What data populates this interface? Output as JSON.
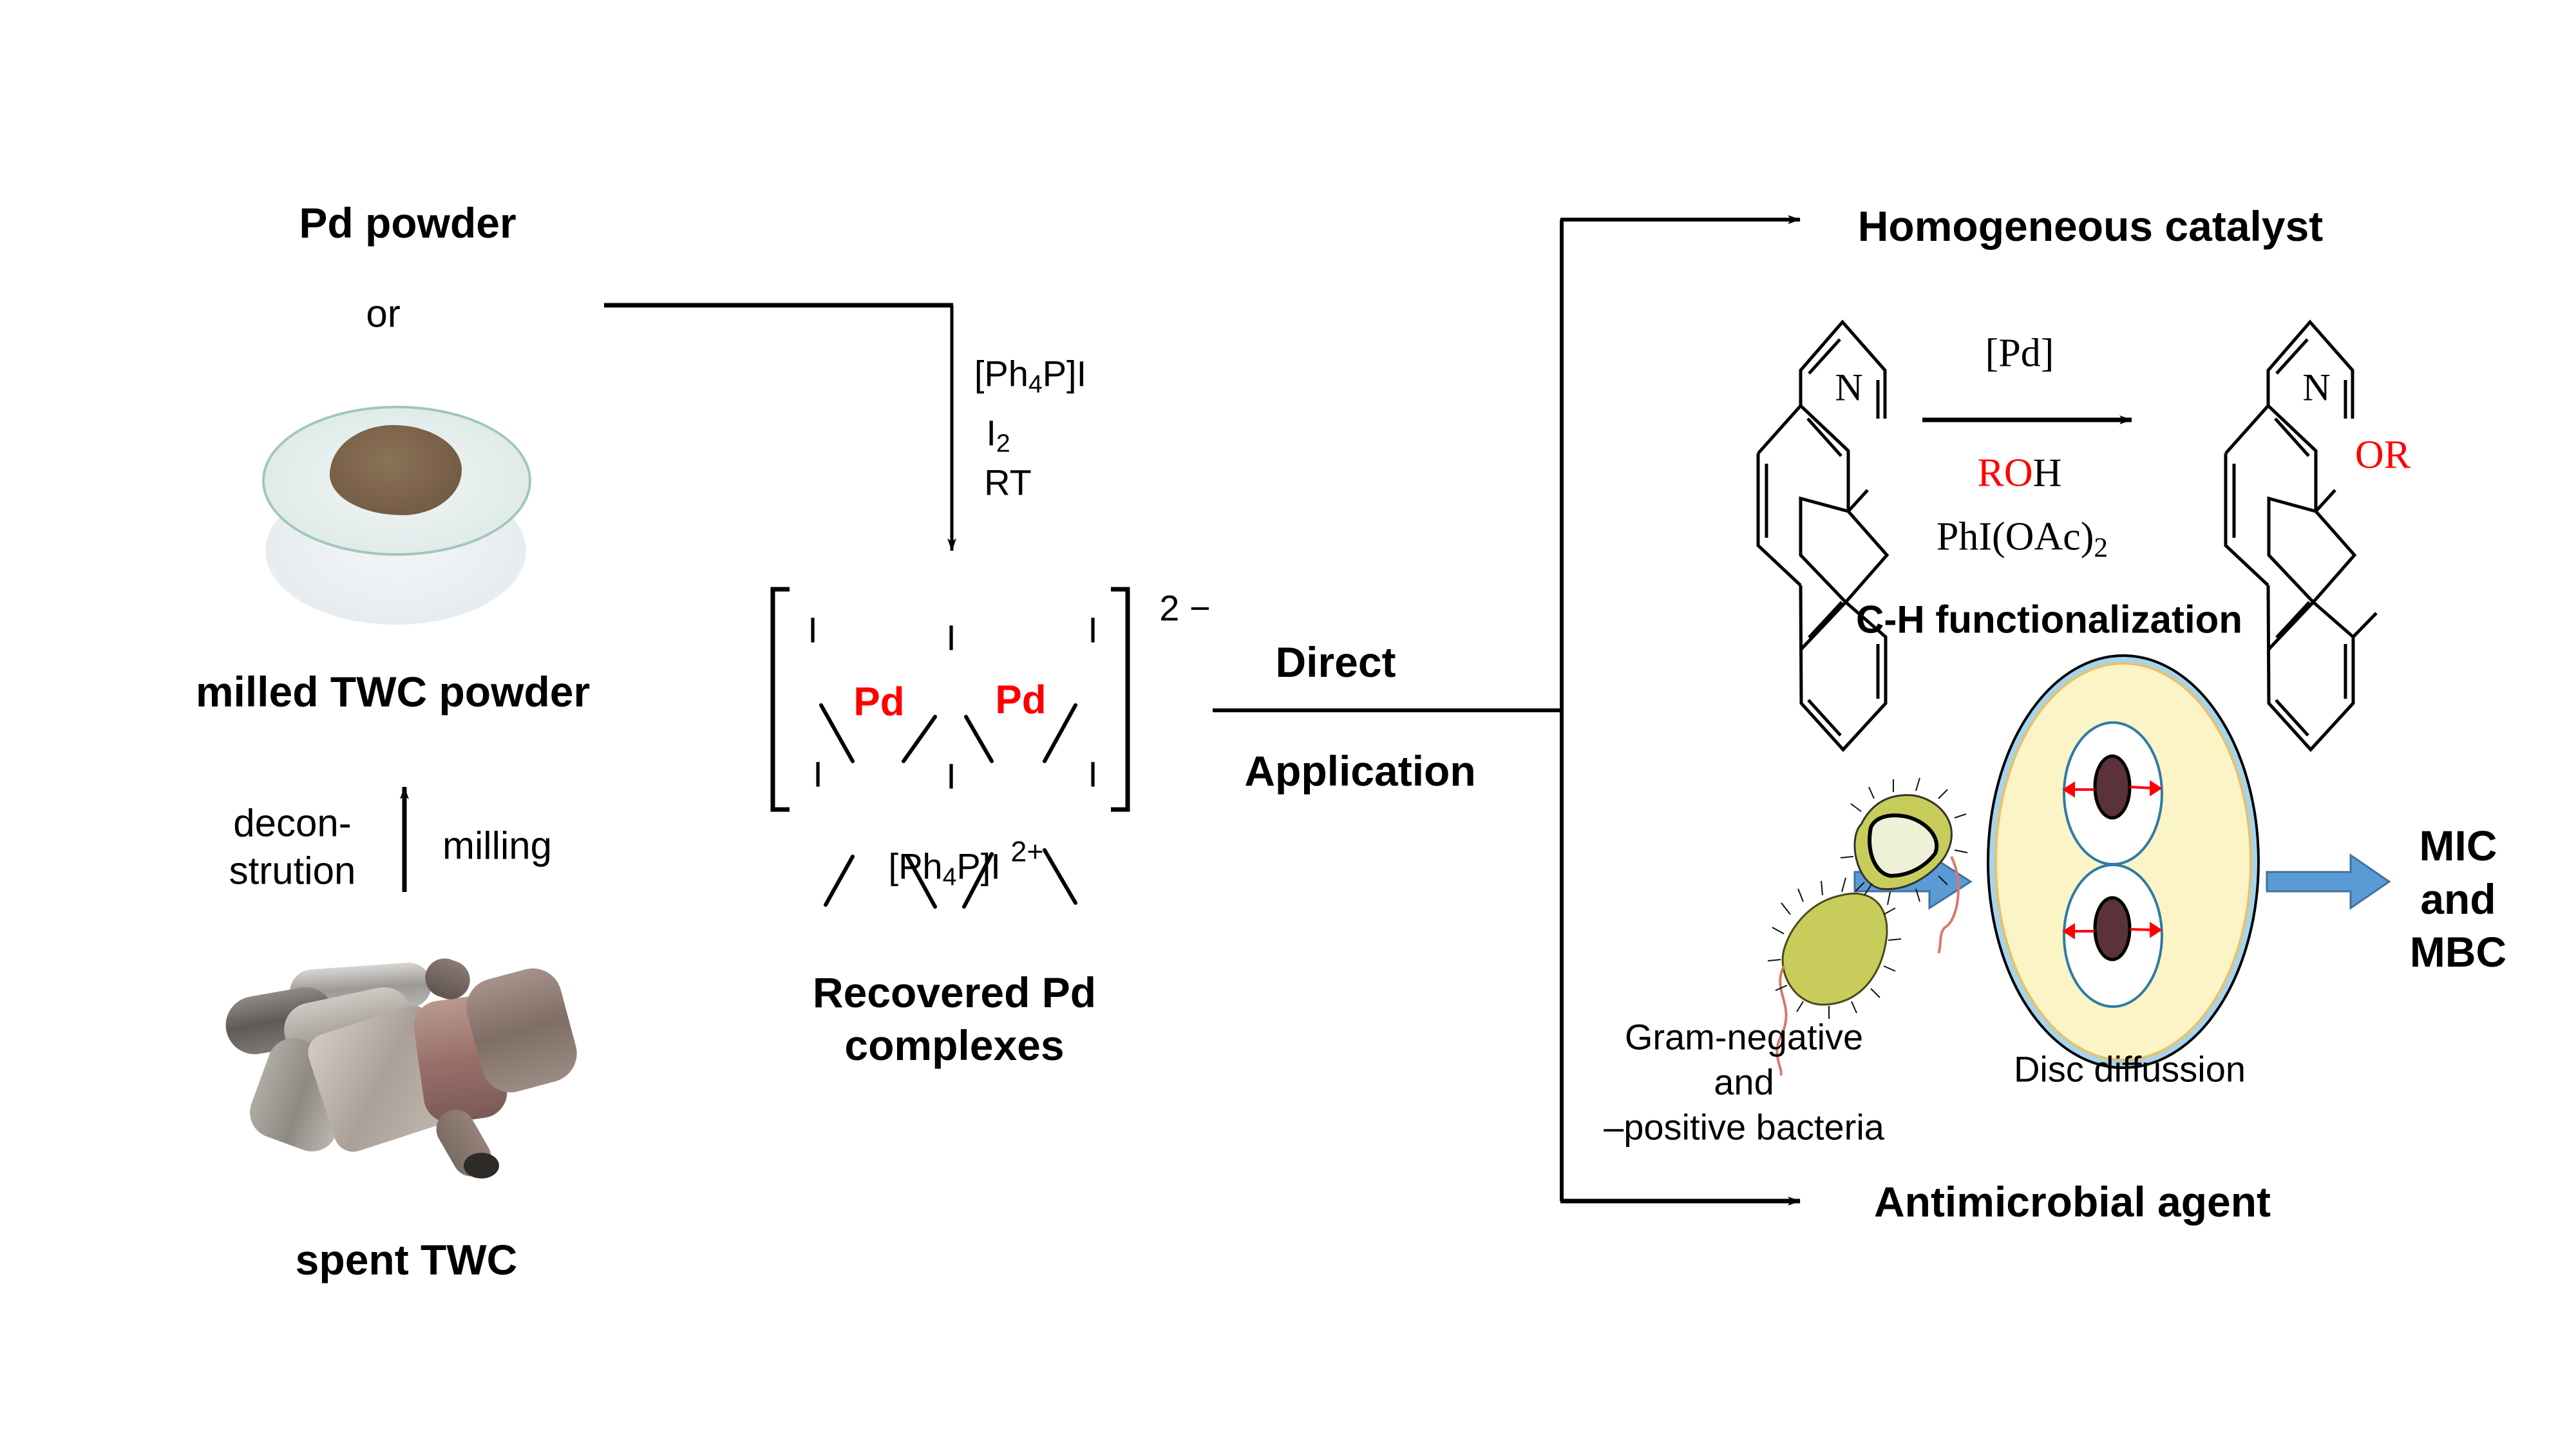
{
  "left_column": {
    "pd_powder": "Pd powder",
    "or": "or",
    "milled_powder": "milled TWC powder",
    "decon_line1": "decon-",
    "decon_line2": "strution",
    "milling": "milling",
    "spent_twc": "spent TWC"
  },
  "reaction_conditions": {
    "reagent1_pre": "[Ph",
    "reagent1_sub": "4",
    "reagent1_post": "P]I",
    "reagent2_pre": "I",
    "reagent2_sub": "2",
    "reagent3": "RT"
  },
  "complex": {
    "metal_label": "Pd",
    "ligand_label": "I",
    "anion_charge": "2 −",
    "counterion_pre": "[Ph",
    "counterion_sub": "4",
    "counterion_post": "P]I",
    "counterion_charge": "2+",
    "title_line1": "Recovered Pd",
    "title_line2": "complexes"
  },
  "branch": {
    "direct": "Direct",
    "application": "Application"
  },
  "homogeneous": {
    "title": "Homogeneous catalyst",
    "catalyst": "[Pd]",
    "reagent_ro": "RO",
    "reagent_h": "H",
    "oxidant_pre": "PhI(OAc)",
    "oxidant_sub": "2",
    "nitrogen": "N",
    "product_group": "OR",
    "caption": "C-H functionalization"
  },
  "antimicrobial": {
    "bacteria_line1": "Gram-negative",
    "bacteria_line2": "and",
    "bacteria_line3": "–positive bacteria",
    "disc_label": "Disc diffussion",
    "result_line1": "MIC",
    "result_line2": "and",
    "result_line3": "MBC",
    "title": "Antimicrobial agent"
  },
  "colors": {
    "highlight_red": "#ff0000",
    "block_arrow_blue": "#5b9bd5",
    "agar_yellow": "#fbf4c6",
    "dish_rim_blue": "#a6d4ec",
    "zone_ring_blue": "#2e7ba6",
    "disc_brown": "#5a3238",
    "bacteria_green": "#c8cc5a"
  }
}
